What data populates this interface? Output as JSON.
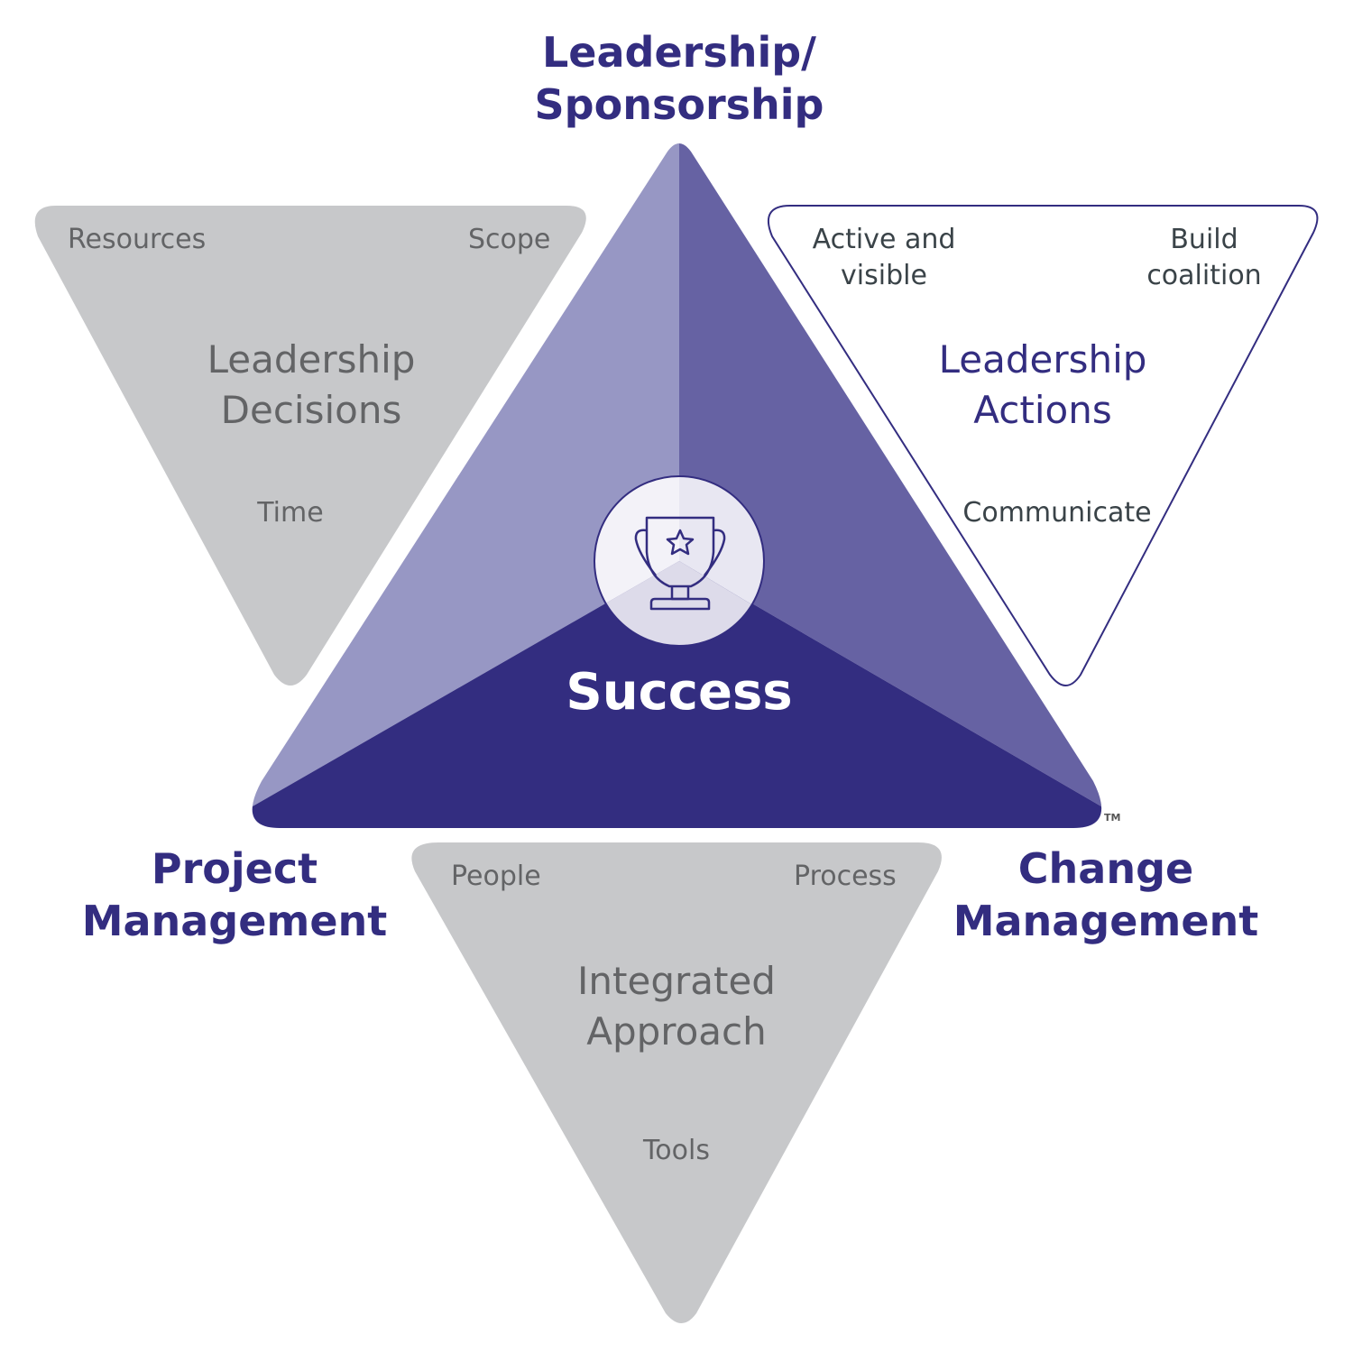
{
  "colors": {
    "brand_dark": "#332d80",
    "brand_mid": "#6662a3",
    "brand_light": "#9797c4",
    "gray_fill": "#c7c8ca",
    "gray_text": "#636466",
    "dark_text": "#3a4348",
    "circle_fill": "#eceaf4"
  },
  "pillars": {
    "top": {
      "line1": "Leadership/",
      "line2": "Sponsorship"
    },
    "left": {
      "line1": "Project",
      "line2": "Management"
    },
    "right": {
      "line1": "Change",
      "line2": "Management"
    }
  },
  "center": {
    "label": "Success",
    "icon": "trophy-star-icon",
    "trademark": "TM"
  },
  "triangles": {
    "leadership_decisions": {
      "title_line1": "Leadership",
      "title_line2": "Decisions",
      "corners": {
        "top_left": "Resources",
        "top_right": "Scope",
        "bottom": "Time"
      }
    },
    "leadership_actions": {
      "title_line1": "Leadership",
      "title_line2": "Actions",
      "corners": {
        "top_left_line1": "Active and",
        "top_left_line2": "visible",
        "top_right_line1": "Build",
        "top_right_line2": "coalition",
        "bottom": "Communicate"
      }
    },
    "integrated_approach": {
      "title_line1": "Integrated",
      "title_line2": "Approach",
      "corners": {
        "top_left": "People",
        "top_right": "Process",
        "bottom": "Tools"
      }
    }
  }
}
